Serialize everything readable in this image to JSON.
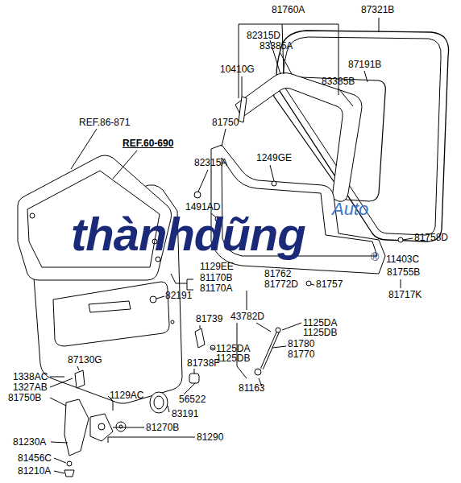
{
  "diagram": {
    "labels": [
      "81760A",
      "87321B",
      "82315D",
      "83385A",
      "10410G",
      "87191B",
      "83385B",
      "REF.86-871",
      "81750",
      "REF.60-690",
      "82315A",
      "1249GE",
      "1491AD",
      "thànhdũng",
      "Auto",
      "®",
      "81758D",
      "1129EE",
      "81762",
      "11403C",
      "81755B",
      "81170B",
      "81170A",
      "81772D",
      "81757",
      "81717K",
      "82191",
      "43782D",
      "1125DA",
      "1125DB",
      "81739",
      "81780",
      "81770",
      "1125DA",
      "1125DB",
      "81738F",
      "87130G",
      "1338AC",
      "1327AB",
      "81750B",
      "1129AC",
      "56522",
      "81163",
      "83191",
      "81270B",
      "81290",
      "81230A",
      "81456C",
      "81210A"
    ]
  }
}
